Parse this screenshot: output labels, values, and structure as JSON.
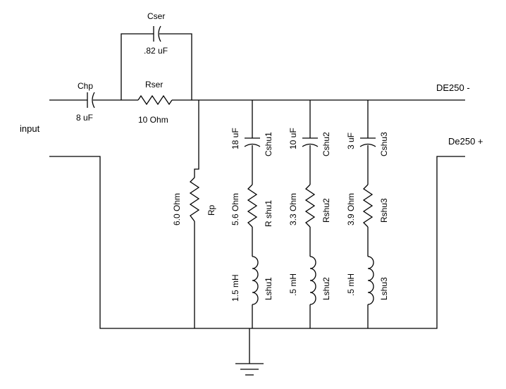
{
  "labels": {
    "input": "input",
    "de250_minus": "DE250 -",
    "de250_plus": "De250 +",
    "chp_name": "Chp",
    "chp_value": "8 uF",
    "cser_name": "Cser",
    "cser_value": ".82 uF",
    "rser_name": "Rser",
    "rser_value": "10 Ohm",
    "rp_name": "Rp",
    "rp_value": "6.0 Ohm",
    "cshu1_name": "Cshu1",
    "cshu1_value": "18 uF",
    "rshu1_name": "R shu1",
    "rshu1_value": "5.6 Ohm",
    "lshu1_name": "Lshu1",
    "lshu1_value": "1.5 mH",
    "cshu2_name": "Cshu2",
    "cshu2_value": "10 uF",
    "rshu2_name": "Rshu2",
    "rshu2_value": "3.3 Ohm",
    "lshu2_name": "Lshu2",
    "lshu2_value": ".5 mH",
    "cshu3_name": "Cshu3",
    "cshu3_value": "3 uF",
    "rshu3_name": "Rshu3",
    "rshu3_value": "3.9 Ohm",
    "lshu3_name": "Lshu3",
    "lshu3_value": ".5 mH"
  },
  "colors": {
    "line": "#000000",
    "background": "#ffffff"
  }
}
